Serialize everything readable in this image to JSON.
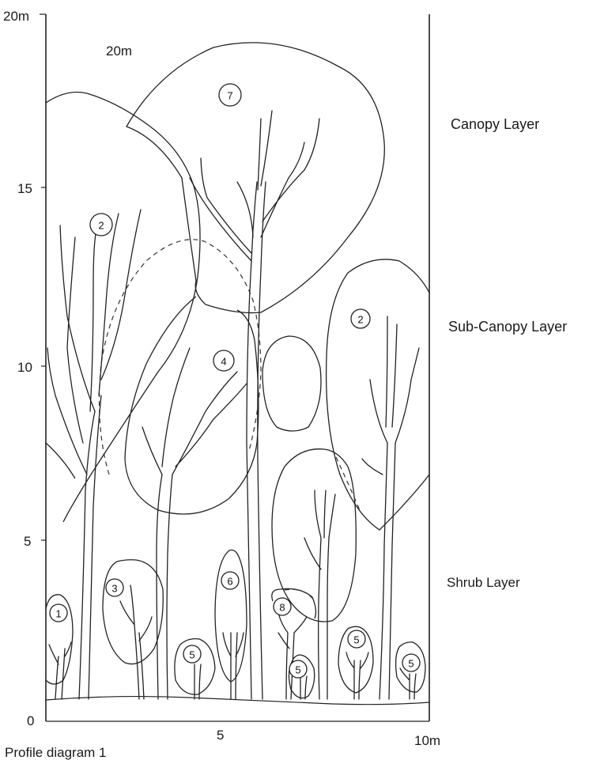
{
  "axes": {
    "y_ticks": [
      "0",
      "5",
      "10",
      "15",
      "20m"
    ],
    "x_ticks": [
      "5",
      "10m"
    ],
    "inner_label": "20m"
  },
  "layers": {
    "canopy": "Canopy  Layer",
    "sub_canopy": "Sub-Canopy Layer",
    "shrub": "Shrub Layer"
  },
  "caption": "Profile diagram 1",
  "species_markers": [
    "1",
    "2",
    "2",
    "3",
    "4",
    "5",
    "5",
    "5",
    "5",
    "6",
    "7",
    "8"
  ]
}
